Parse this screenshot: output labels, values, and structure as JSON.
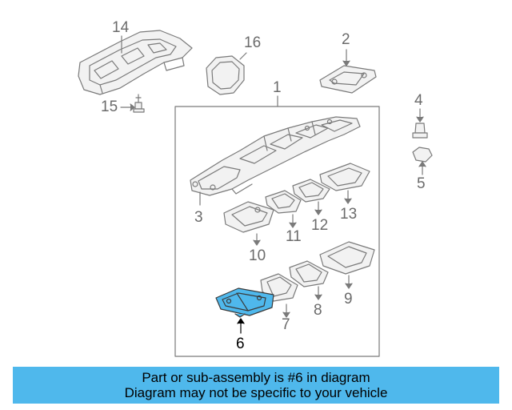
{
  "callouts": {
    "c1": "1",
    "c2": "2",
    "c3": "3",
    "c4": "4",
    "c5": "5",
    "c6": "6",
    "c7": "7",
    "c8": "8",
    "c9": "9",
    "c10": "10",
    "c11": "11",
    "c12": "12",
    "c13": "13",
    "c14": "14",
    "c15": "15",
    "c16": "16"
  },
  "highlight_part": "6",
  "colors": {
    "line": "#7a7a7a",
    "part_fill": "#f2f2f2",
    "highlight_fill": "#4fb8ec",
    "banner": "#4fb8ec"
  },
  "banner": {
    "line1": "Part or sub-assembly is #6 in diagram",
    "line2": "Diagram may not be specific to your vehicle"
  }
}
